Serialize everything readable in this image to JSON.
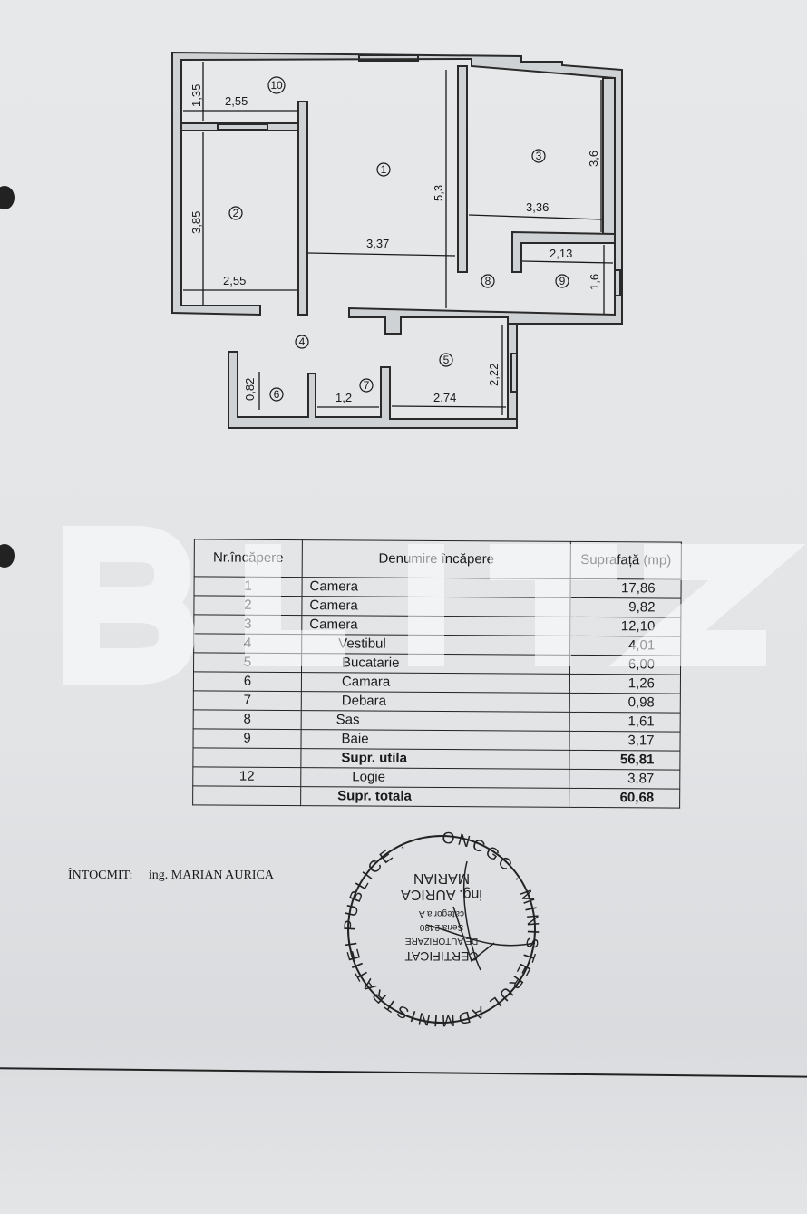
{
  "floor_plan": {
    "rooms": [
      {
        "number": "1"
      },
      {
        "number": "2"
      },
      {
        "number": "3"
      },
      {
        "number": "4"
      },
      {
        "number": "5"
      },
      {
        "number": "6"
      },
      {
        "number": "7"
      },
      {
        "number": "8"
      },
      {
        "number": "9"
      },
      {
        "number": "10"
      }
    ],
    "dimensions": {
      "r10_height": "1,35",
      "r10_width": "2,55",
      "r2_height": "3,85",
      "r2_width": "2,55",
      "r1_width": "3,37",
      "r1_height": "5,3",
      "r3_width": "3,36",
      "r3_height": "3,6",
      "r9_width": "2,13",
      "r9_height": "1,6",
      "r5_height": "2,22",
      "r5_width": "2,74",
      "r6_height": "0,82",
      "r7_width": "1,2"
    }
  },
  "watermark": "BLITZ",
  "table": {
    "headers": [
      "Nr.încăpere",
      "Denumire încăpere",
      "Suprafață (mp)"
    ],
    "rows": [
      {
        "nr": "1",
        "name": "Camera",
        "area": "17,86"
      },
      {
        "nr": "2",
        "name": "Camera",
        "area": "9,82"
      },
      {
        "nr": "3",
        "name": "Camera",
        "area": "12,10"
      },
      {
        "nr": "4",
        "name": "Vestibul",
        "area": "4,01"
      },
      {
        "nr": "5",
        "name": "Bucatarie",
        "area": "6,00"
      },
      {
        "nr": "6",
        "name": "Camara",
        "area": "1,26"
      },
      {
        "nr": "7",
        "name": "Debara",
        "area": "0,98"
      },
      {
        "nr": "8",
        "name": "Sas",
        "area": "1,61"
      },
      {
        "nr": "9",
        "name": "Baie",
        "area": "3,17"
      },
      {
        "nr": "",
        "name": "Supr. utila",
        "area": "56,81"
      },
      {
        "nr": "12",
        "name": "Logie",
        "area": "3,87"
      },
      {
        "nr": "",
        "name": "Supr. totala",
        "area": "60,68"
      }
    ]
  },
  "author": {
    "label": "ÎNTOCMIT:",
    "name": "ing. MARIAN AURICA"
  },
  "stamp": {
    "ring_text": "ONCGC MINISTERUL ADMINISTRATIEI PUBLICE",
    "center_text": "ing. AURICA MARIAN, CERTIFICAT DE AUTORIZARE seria 2480 categoria A"
  }
}
